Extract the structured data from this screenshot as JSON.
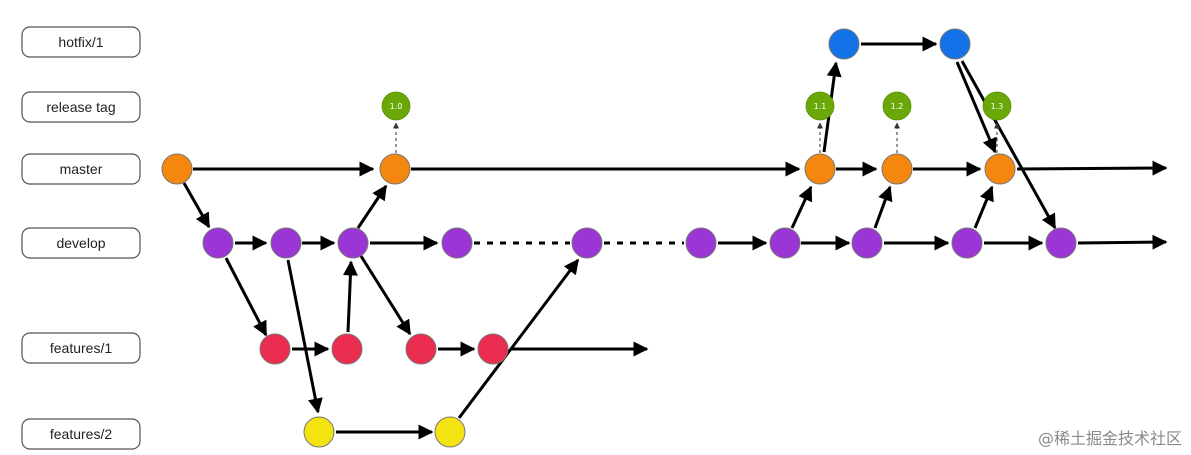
{
  "branches": {
    "hotfix": "hotfix/1",
    "release_tag": "release tag",
    "master": "master",
    "develop": "develop",
    "features1": "features/1",
    "features2": "features/2"
  },
  "tags": {
    "t10": "1.0",
    "t11": "1.1",
    "t12": "1.2",
    "t13": "1.3"
  },
  "watermark": "@稀土掘金技术社区",
  "colors": {
    "master": "#f5870f",
    "develop": "#9b35d6",
    "features1": "#ea2d4f",
    "features2": "#f2e311",
    "hotfix": "#1472e8",
    "release_tag": "#6aa80a",
    "line": "#000000"
  }
}
